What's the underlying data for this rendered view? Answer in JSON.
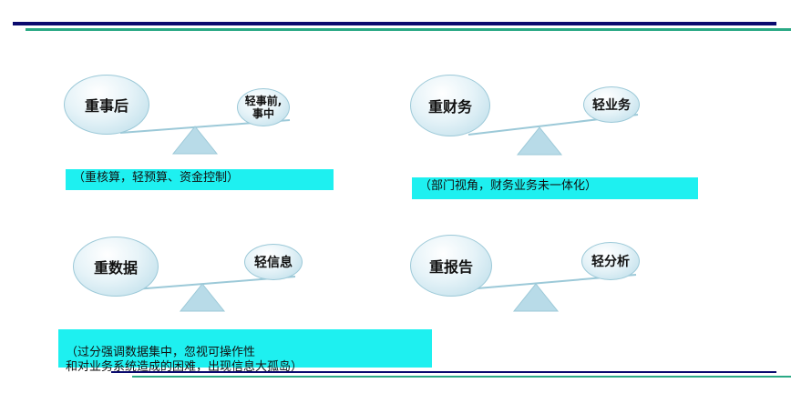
{
  "balances": [
    {
      "heavy": "重事后",
      "light": "轻事前,\n事中",
      "note": "（重核算，轻预算、资金控制）"
    },
    {
      "heavy": "重财务",
      "light": "轻业务",
      "note": "（部门视角，财务业务未一体化）"
    },
    {
      "heavy": "重数据",
      "light": "轻信息",
      "note": "（过分强调数据集中，忽视可操作性\n和对业务系统造成的困难，出现信息大孤岛）"
    },
    {
      "heavy": "重报告",
      "light": "轻分析",
      "note": ""
    }
  ],
  "colors": {
    "navy": "#0a0a6e",
    "teal": "#2aa985",
    "banner": "#1ef0f0",
    "ellipse": "#cfe8f0"
  }
}
